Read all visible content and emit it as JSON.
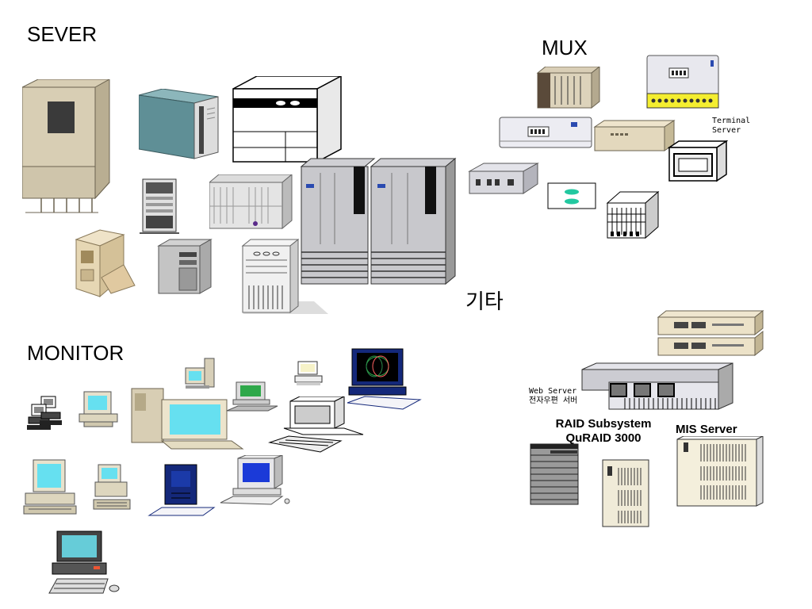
{
  "headings": {
    "server": "SEVER",
    "mux": "MUX",
    "monitor": "MONITOR",
    "etc": "기타"
  },
  "labels": {
    "terminal_server_line1": "Terminal",
    "terminal_server_line2": "Server",
    "web_server_line1": "Web Server",
    "web_server_line2": "전자우편 서버",
    "raid_line1": "RAID Subsystem",
    "raid_line2": "QuRAID 3000",
    "mis_server": "MIS Server"
  },
  "colors": {
    "beige": "#d8ceb4",
    "beige_dark": "#a89e84",
    "teal_server": "#5f8f96",
    "silver": "#c8c8cc",
    "screen_cyan": "#66e0f0",
    "navy": "#14287a",
    "green_screen": "#2ea84a",
    "yellow_panel": "#f4ee30",
    "indicator_teal": "#22c8a0"
  }
}
